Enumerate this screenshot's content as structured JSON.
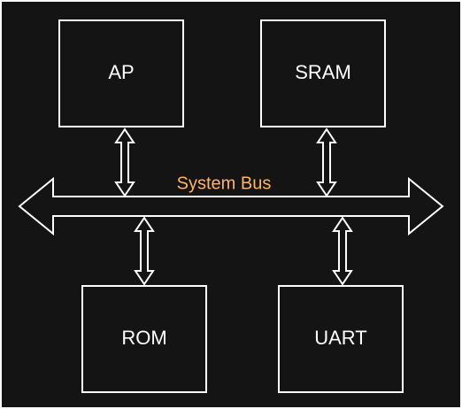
{
  "colors": {
    "background": "#141414",
    "stroke": "#ffffff",
    "text": "#ffffff",
    "bus_label": "#ffb366"
  },
  "blocks": {
    "ap": "AP",
    "sram": "SRAM",
    "rom": "ROM",
    "uart": "UART"
  },
  "bus": {
    "label": "System Bus"
  }
}
